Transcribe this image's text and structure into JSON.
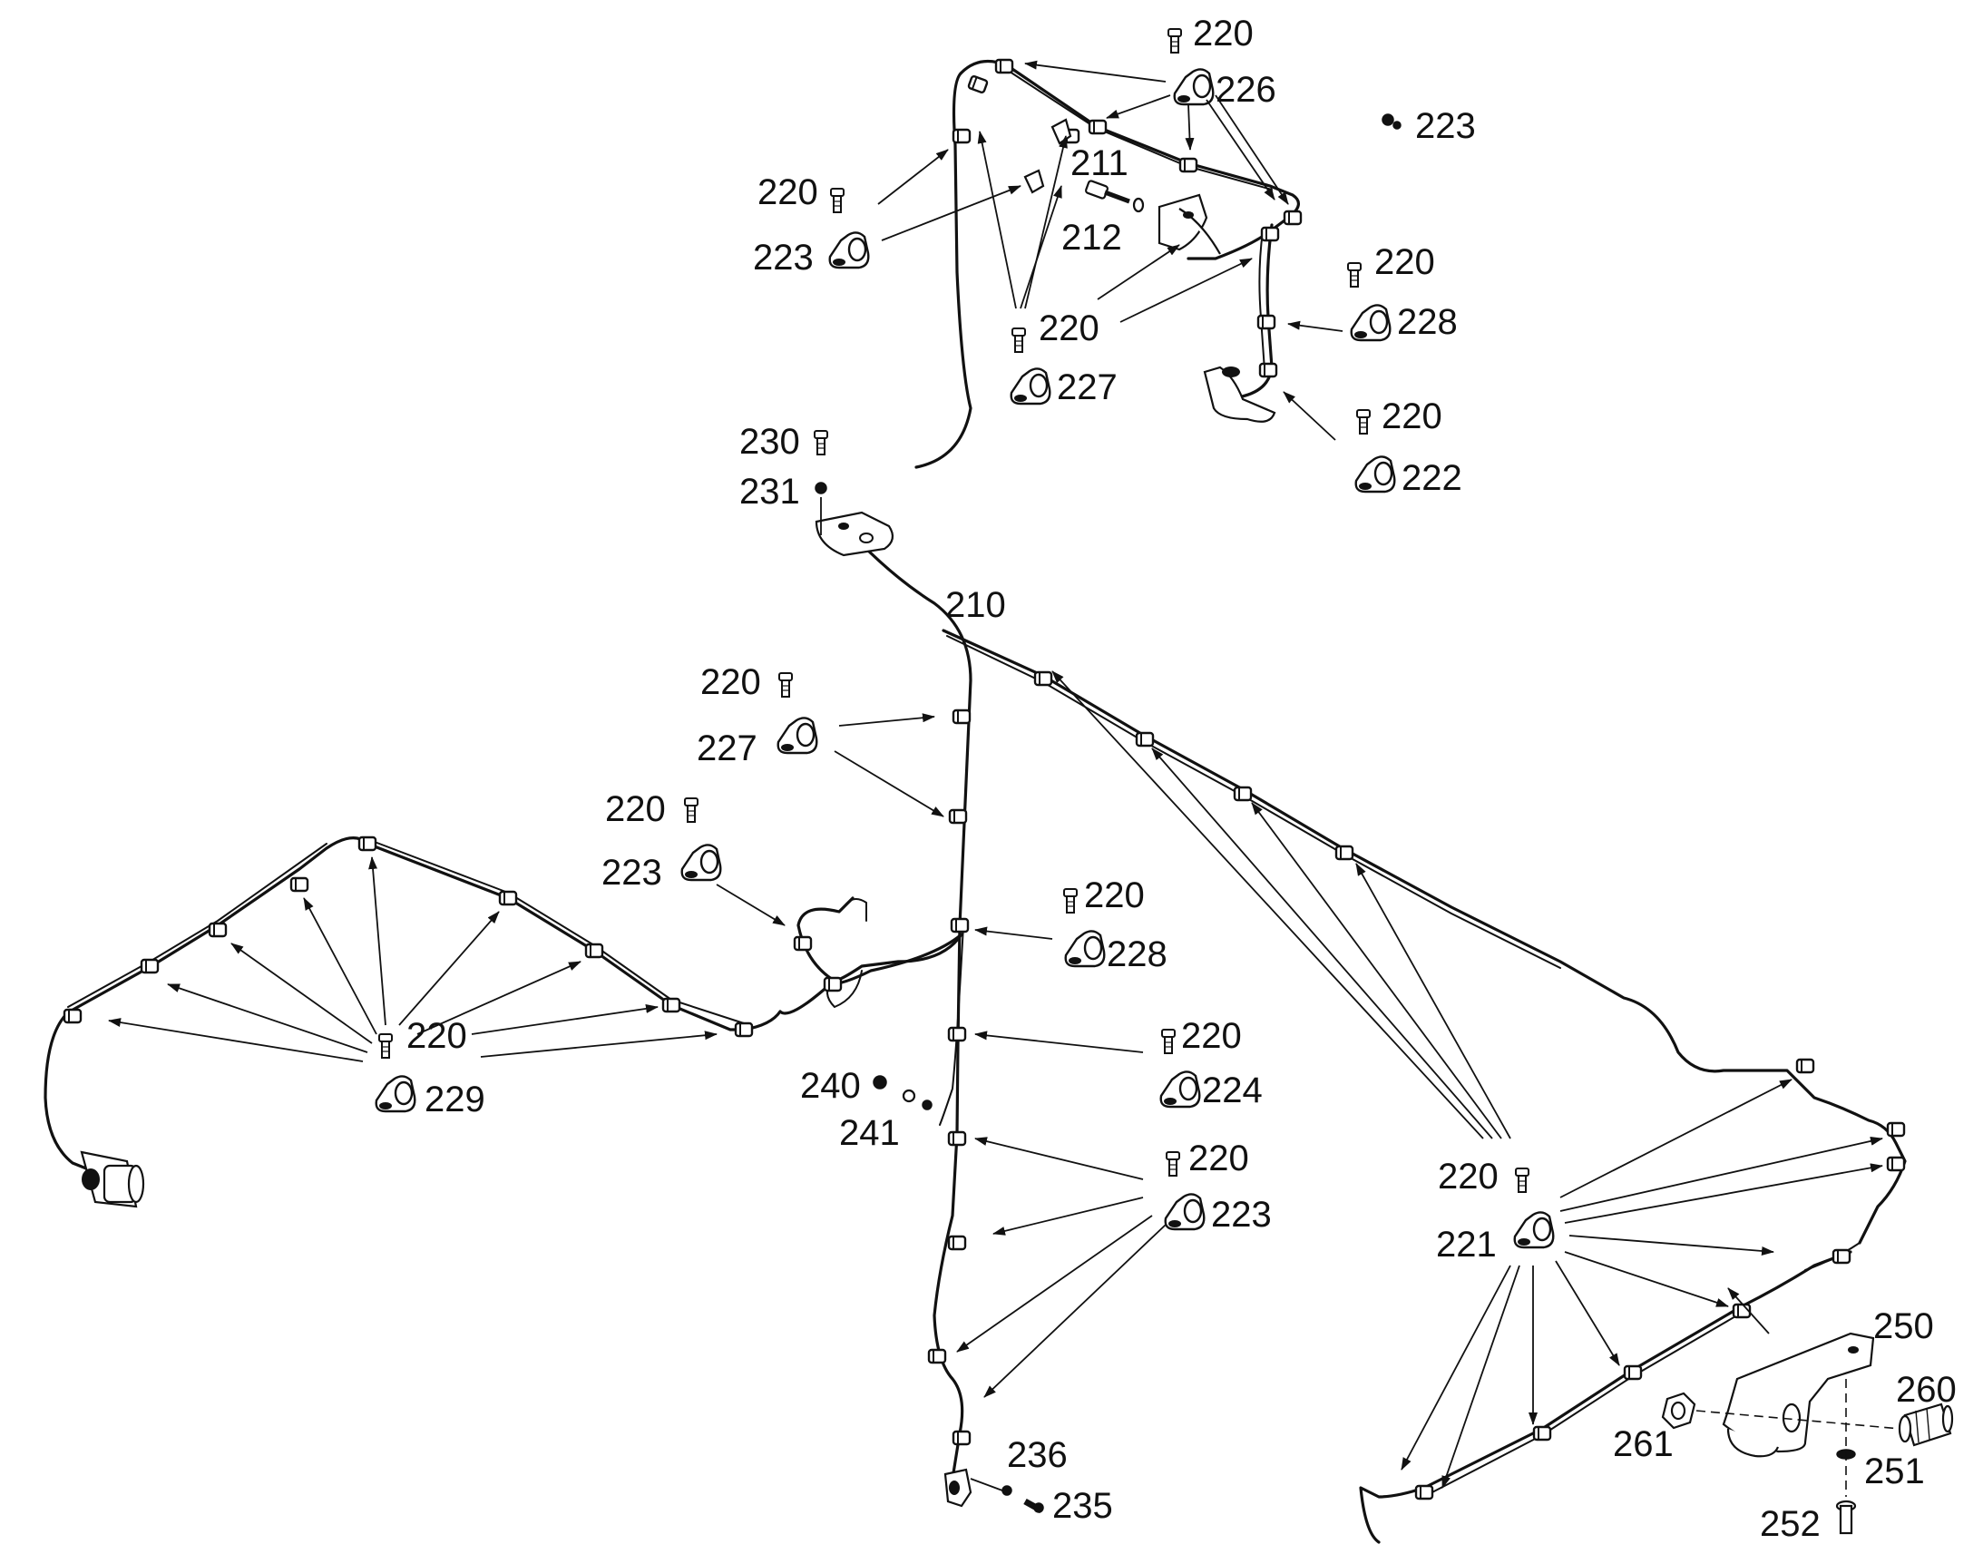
{
  "labels": {
    "l220_top": "220",
    "l226": "226",
    "l223_topright": "223",
    "l211": "211",
    "l220_a": "220",
    "l223_a": "223",
    "l212": "212",
    "l220_b": "220",
    "l228_top": "228",
    "l220_c": "220",
    "l227_top": "227",
    "l220_d": "220",
    "l222": "222",
    "l230": "230",
    "l231": "231",
    "l210": "210",
    "l220_e": "220",
    "l227_mid": "227",
    "l220_f": "220",
    "l223_mid": "223",
    "l220_g": "220",
    "l228_mid": "228",
    "l220_h": "220",
    "l229": "229",
    "l220_i": "220",
    "l224": "224",
    "l240": "240",
    "l241": "241",
    "l220_j": "220",
    "l223_low": "223",
    "l220_k": "220",
    "l221": "221",
    "l250": "250",
    "l260": "260",
    "l261": "261",
    "l251": "251",
    "l252": "252",
    "l236": "236",
    "l235": "235"
  }
}
